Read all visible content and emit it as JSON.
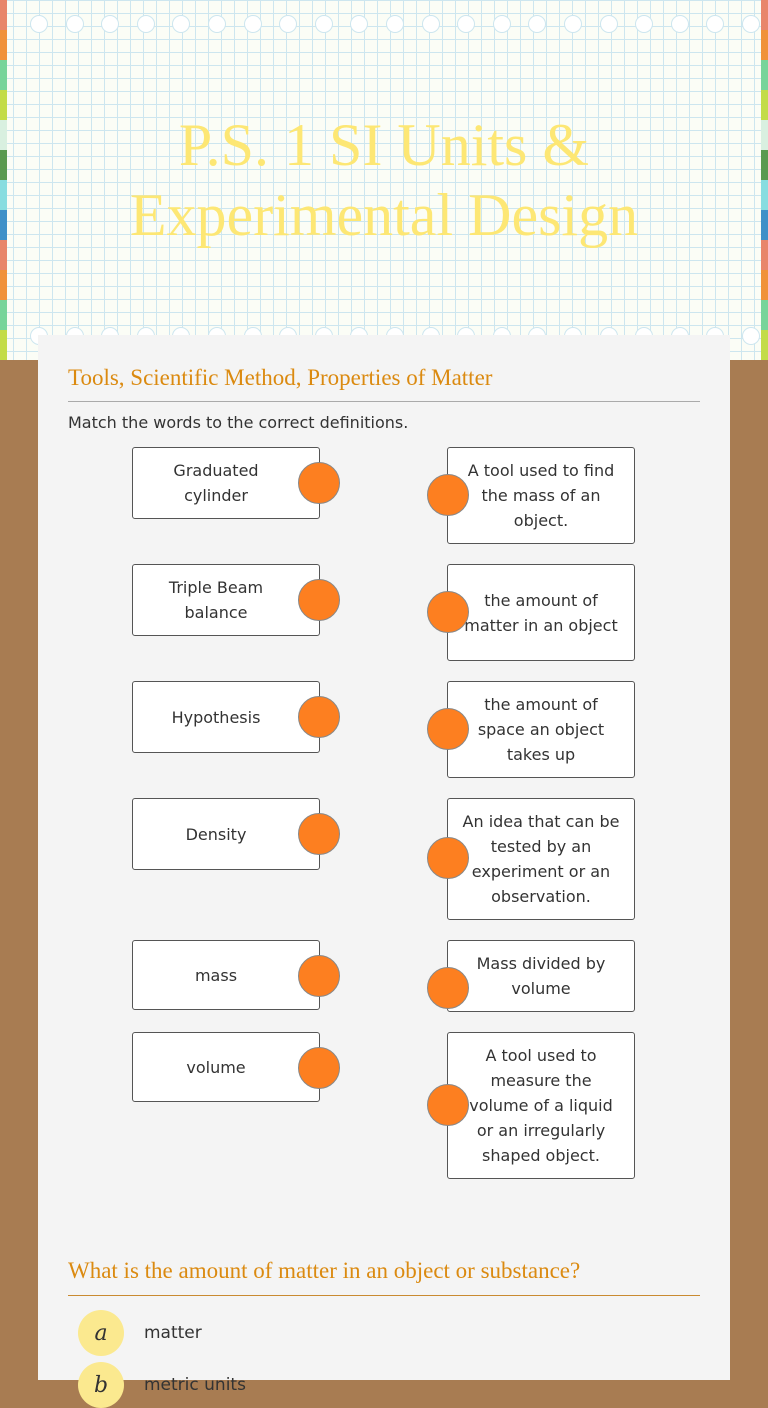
{
  "title": "P.S. 1 SI Units & Experimental Design",
  "section1": {
    "heading": "Tools, Scientific Method, Properties of Matter",
    "instruction": "Match the words to the correct definitions.",
    "left": [
      "Graduated cylinder",
      "Triple Beam balance",
      "Hypothesis",
      "Density",
      "mass",
      "volume"
    ],
    "right": [
      "A tool used to find the mass of an object.",
      "the amount of matter in an object",
      "the amount of space an object takes up",
      "An idea that can be tested by an experiment or an observation.",
      "Mass divided by volume",
      "A tool used to measure the volume of a liquid or an irregularly shaped object."
    ]
  },
  "section2": {
    "heading": "What is the amount of matter in an object or substance?",
    "options": [
      {
        "letter": "a",
        "text": "matter"
      },
      {
        "letter": "b",
        "text": "metric units"
      }
    ]
  },
  "colors": {
    "accent": "#db8a10",
    "dot": "#fd7f20"
  }
}
